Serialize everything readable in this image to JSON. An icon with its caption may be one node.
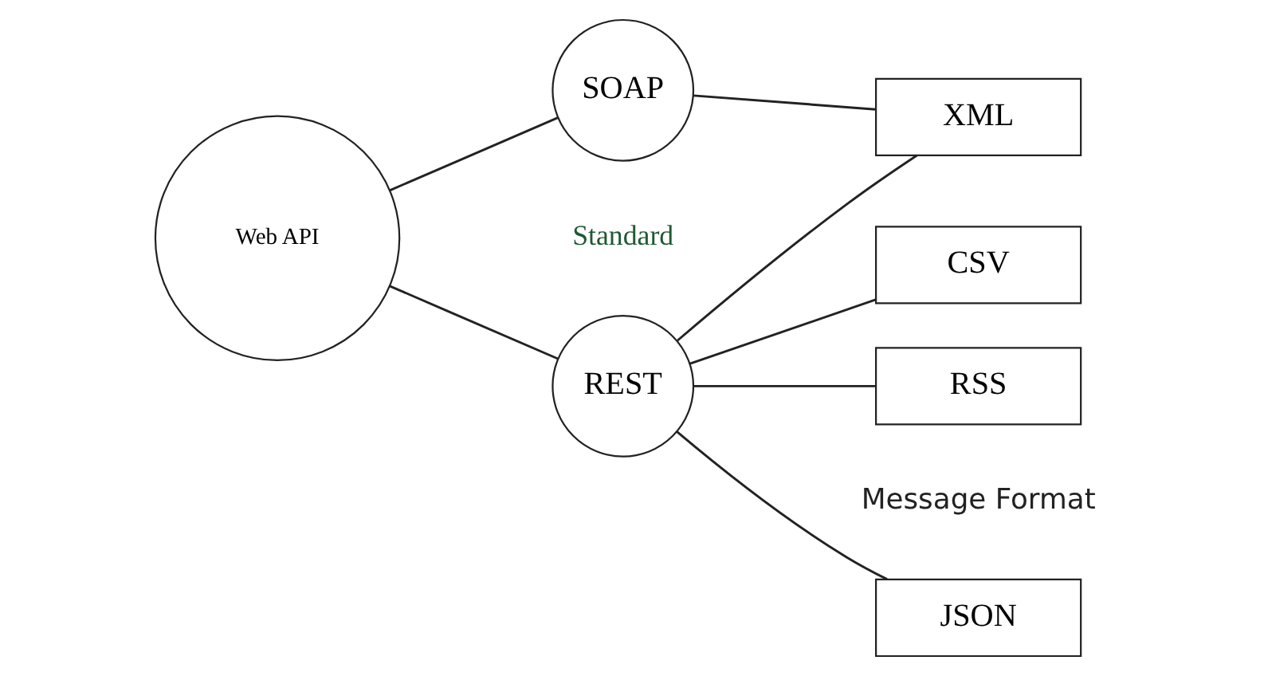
{
  "diagram": {
    "nodes": [
      {
        "text": [
          "Web API"
        ]
      },
      {
        "text": [
          "REST"
        ]
      },
      {
        "text": [
          "SOAP"
        ]
      },
      {
        "text": [
          "JSON"
        ]
      },
      {
        "text": [
          "CSV"
        ]
      },
      {
        "text": [
          "RSS"
        ]
      },
      {
        "text": [
          "XML"
        ]
      }
    ],
    "edges": [
      {
        "from": 0,
        "to": 1,
        "arrow": "none"
      },
      {
        "from": 0,
        "to": 2,
        "arrow": "none"
      },
      {
        "from": 1,
        "to": 3,
        "arrow": "none"
      },
      {
        "from": 1,
        "to": 4,
        "arrow": "none"
      },
      {
        "from": 1,
        "to": 5,
        "arrow": "none"
      },
      {
        "from": 1,
        "to": 6,
        "arrow": "none"
      },
      {
        "from": 2,
        "to": 6,
        "arrow": "none"
      }
    ],
    "labels": [
      "Standard",
      "Message Format"
    ]
  }
}
